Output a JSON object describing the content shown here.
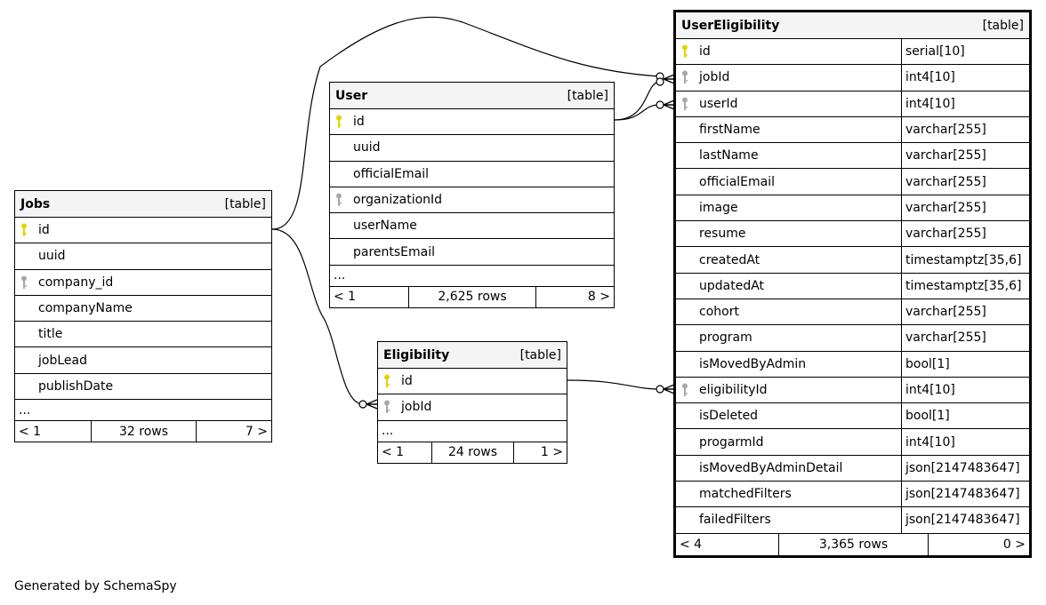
{
  "jobs": {
    "name": "Jobs",
    "kind": "[table]",
    "columns": [
      {
        "name": "id",
        "key": "pk"
      },
      {
        "name": "uuid",
        "key": ""
      },
      {
        "name": "company_id",
        "key": "fk"
      },
      {
        "name": "companyName",
        "key": ""
      },
      {
        "name": "title",
        "key": ""
      },
      {
        "name": "jobLead",
        "key": ""
      },
      {
        "name": "publishDate",
        "key": ""
      }
    ],
    "more": "...",
    "footer": {
      "parents": "< 1",
      "rows": "32 rows",
      "children": "7 >"
    }
  },
  "user": {
    "name": "User",
    "kind": "[table]",
    "columns": [
      {
        "name": "id",
        "key": "pk"
      },
      {
        "name": "uuid",
        "key": ""
      },
      {
        "name": "officialEmail",
        "key": ""
      },
      {
        "name": "organizationId",
        "key": "fk"
      },
      {
        "name": "userName",
        "key": ""
      },
      {
        "name": "parentsEmail",
        "key": ""
      }
    ],
    "more": "...",
    "footer": {
      "parents": "< 1",
      "rows": "2,625 rows",
      "children": "8 >"
    }
  },
  "eligibility": {
    "name": "Eligibility",
    "kind": "[table]",
    "columns": [
      {
        "name": "id",
        "key": "pk"
      },
      {
        "name": "jobId",
        "key": "fk"
      }
    ],
    "more": "...",
    "footer": {
      "parents": "< 1",
      "rows": "24 rows",
      "children": "1 >"
    }
  },
  "userEligibility": {
    "name": "UserEligibility",
    "kind": "[table]",
    "columns": [
      {
        "name": "id",
        "type": "serial[10]",
        "key": "pk"
      },
      {
        "name": "jobId",
        "type": "int4[10]",
        "key": "fk"
      },
      {
        "name": "userId",
        "type": "int4[10]",
        "key": "fk"
      },
      {
        "name": "firstName",
        "type": "varchar[255]",
        "key": ""
      },
      {
        "name": "lastName",
        "type": "varchar[255]",
        "key": ""
      },
      {
        "name": "officialEmail",
        "type": "varchar[255]",
        "key": ""
      },
      {
        "name": "image",
        "type": "varchar[255]",
        "key": ""
      },
      {
        "name": "resume",
        "type": "varchar[255]",
        "key": ""
      },
      {
        "name": "createdAt",
        "type": "timestamptz[35,6]",
        "key": ""
      },
      {
        "name": "updatedAt",
        "type": "timestamptz[35,6]",
        "key": ""
      },
      {
        "name": "cohort",
        "type": "varchar[255]",
        "key": ""
      },
      {
        "name": "program",
        "type": "varchar[255]",
        "key": ""
      },
      {
        "name": "isMovedByAdmin",
        "type": "bool[1]",
        "key": ""
      },
      {
        "name": "eligibilityId",
        "type": "int4[10]",
        "key": "fk"
      },
      {
        "name": "isDeleted",
        "type": "bool[1]",
        "key": ""
      },
      {
        "name": "progarmId",
        "type": "int4[10]",
        "key": ""
      },
      {
        "name": "isMovedByAdminDetail",
        "type": "json[2147483647]",
        "key": ""
      },
      {
        "name": "matchedFilters",
        "type": "json[2147483647]",
        "key": ""
      },
      {
        "name": "failedFilters",
        "type": "json[2147483647]",
        "key": ""
      }
    ],
    "footer": {
      "parents": "< 4",
      "rows": "3,365 rows",
      "children": "0 >"
    }
  },
  "credit": "Generated by SchemaSpy",
  "colors": {
    "pk_key": "#e5d300",
    "fk_key": "#a8a8a8",
    "header_bg": "#f4f4f4",
    "line": "#000000"
  },
  "icons": {
    "pk": "primary-key-icon",
    "fk": "foreign-key-icon"
  }
}
